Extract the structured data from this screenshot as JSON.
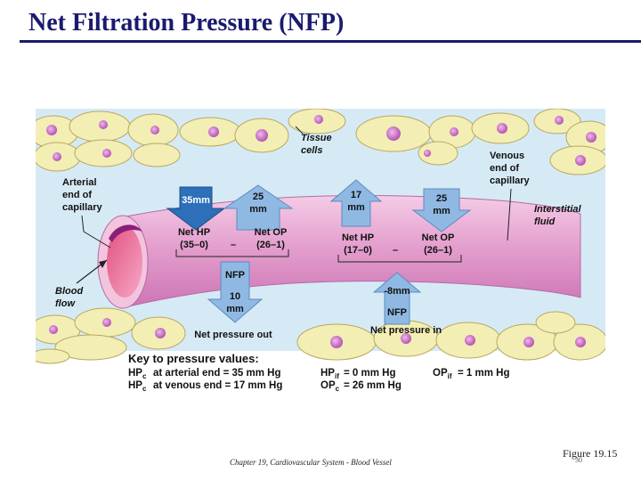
{
  "slide": {
    "title": "Net Filtration Pressure (NFP)",
    "footer": "Chapter 19, Cardiovascular System - Blood Vessel",
    "figure_ref": "Figure 19.15",
    "page_number": "30"
  },
  "diagram": {
    "labels": {
      "tissue_cells": [
        "Tissue",
        "cells"
      ],
      "venous_end": [
        "Venous",
        "end of",
        "capillary"
      ],
      "arterial_end": [
        "Arterial",
        "end of",
        "capillary"
      ],
      "interstitial_fluid": [
        "Interstitial",
        "fluid"
      ],
      "blood_flow": [
        "Blood",
        "flow"
      ]
    },
    "arterial": {
      "hp_arrow": "35mm",
      "op_arrow": [
        "25",
        "mm"
      ],
      "net_hp": [
        "Net HP",
        "(35–0)"
      ],
      "net_op": [
        "Net OP",
        "(26–1)"
      ],
      "minus": "–",
      "nfp_label": "NFP",
      "nfp_value": [
        "10",
        "mm"
      ],
      "result": "Net pressure out"
    },
    "venous": {
      "hp_arrow": [
        "17",
        "mm"
      ],
      "op_arrow": [
        "25",
        "mm"
      ],
      "net_hp": [
        "Net HP",
        "(17–0)"
      ],
      "net_op": [
        "Net OP",
        "(26–1)"
      ],
      "minus": "–",
      "nfp_value": "-8mm",
      "nfp_label": "NFP",
      "result": "Net pressure in"
    },
    "key": {
      "title": "Key to pressure values:",
      "hpc_arterial": "at arterial end = 35 mm Hg",
      "hpc_venous": "at venous end = 17 mm Hg",
      "hpif": "= 0 mm Hg",
      "opc": "= 26 mm Hg",
      "opif": "= 1 mm Hg",
      "sym_hp": "HP",
      "sym_op": "OP",
      "sub_c": "c",
      "sub_if": "if"
    },
    "colors": {
      "fluid": "#d6eaf6",
      "cells": "#f3eeb4",
      "cell_outline": "#b8a860",
      "nucleus": "#c56dc0",
      "capillary": "#e49fce",
      "arrow_blue": "#8fb9e3",
      "arrow_blue_dark": "#2d6fb8",
      "title_color": "#1a1a6e"
    }
  }
}
